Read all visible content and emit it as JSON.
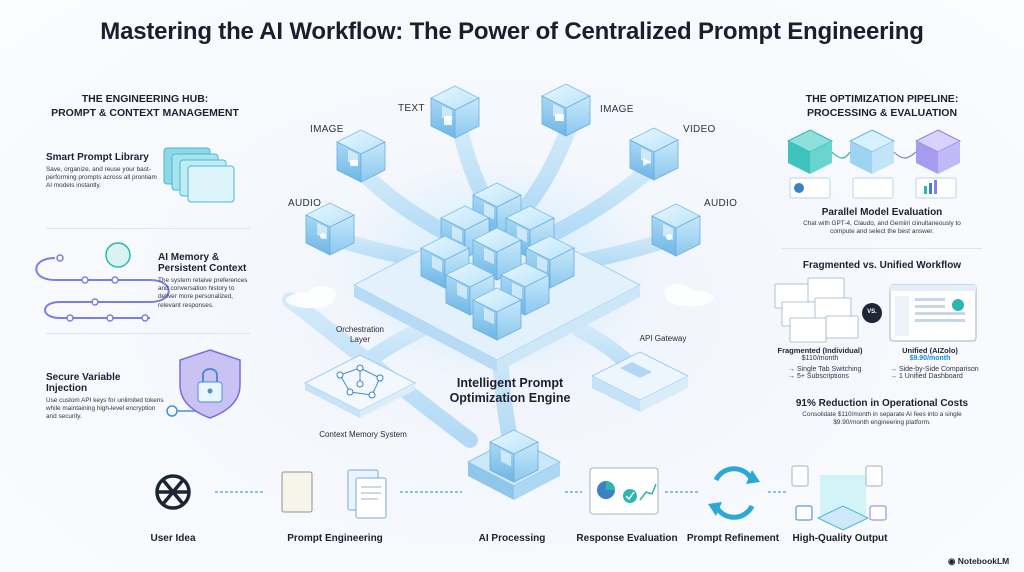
{
  "title": "Mastering the AI Workflow: The Power of Centralized Prompt Engineering",
  "left": {
    "heading": [
      "THE ENGINEERING HUB:",
      "PROMPT & CONTEXT MANAGEMENT"
    ],
    "blocks": [
      {
        "title": "Smart Prompt Library",
        "desc": "Save, organize, and reuse your bast-performing prompts across all prontiam AI models instantly."
      },
      {
        "title": "AI Memory & Persistent Context",
        "desc": "The system retaive preferences and conversation history to deliver more personalized, relevant responses."
      },
      {
        "title": "Secure Variable Injection",
        "desc": "Use custom API keys for unlimited tokens while maintaining high-level encryption and security."
      }
    ]
  },
  "center": {
    "cube_labels": {
      "text": "TEXT",
      "image_left": "IMAGE",
      "image_right": "IMAGE",
      "video": "VIDEO",
      "audio_left": "AUDIO",
      "audio_right": "AUDIO"
    },
    "orchestration": "Orchestration Layer",
    "api_gateway": "API Gateway",
    "engine": "Intelligent Prompt Optimization Engine",
    "context_memory": "Context Memory System"
  },
  "right": {
    "heading": [
      "THE OPTIMIZATION PIPELINE:",
      "PROCESSING & EVALUATION"
    ],
    "parallel": {
      "title": "Parallel Model Evaluation",
      "desc": "Chat with GPT-4, Claudo, and Gemiiri ciinultaneously to compute and select the best answer."
    },
    "comparison": {
      "title": "Fragmented vs. Unified Workflow",
      "vs": "VS.",
      "fragmented": {
        "label": "Fragmented (Individual)",
        "price": "$110/month",
        "items": [
          "→ Single Tab Switching",
          "→ 5+ Subscriptions"
        ]
      },
      "unified": {
        "label": "Unified (AIZolo)",
        "price": "$9.90/month",
        "items": [
          "→ Side-by-Side Comparison",
          "→ 1 Unified Dashboard"
        ]
      }
    },
    "reduction": {
      "title": "91% Reduction in Operational Costs",
      "desc": "Consolidate $110/month in separate AI fees into a single $9.90/month engineering platform."
    }
  },
  "bottom": {
    "steps": [
      "User Idea",
      "Prompt Engineering",
      "AI Processing",
      "Response Evaluation",
      "Prompt Refinement",
      "High-Quality Output"
    ]
  },
  "brand": "NotebookLM",
  "colors": {
    "accent": "#1a8fd6",
    "cube": "#9fd3f2",
    "cube_dark": "#5aa9dc",
    "teal": "#2bb7b0",
    "purple": "#8a7fe0"
  }
}
